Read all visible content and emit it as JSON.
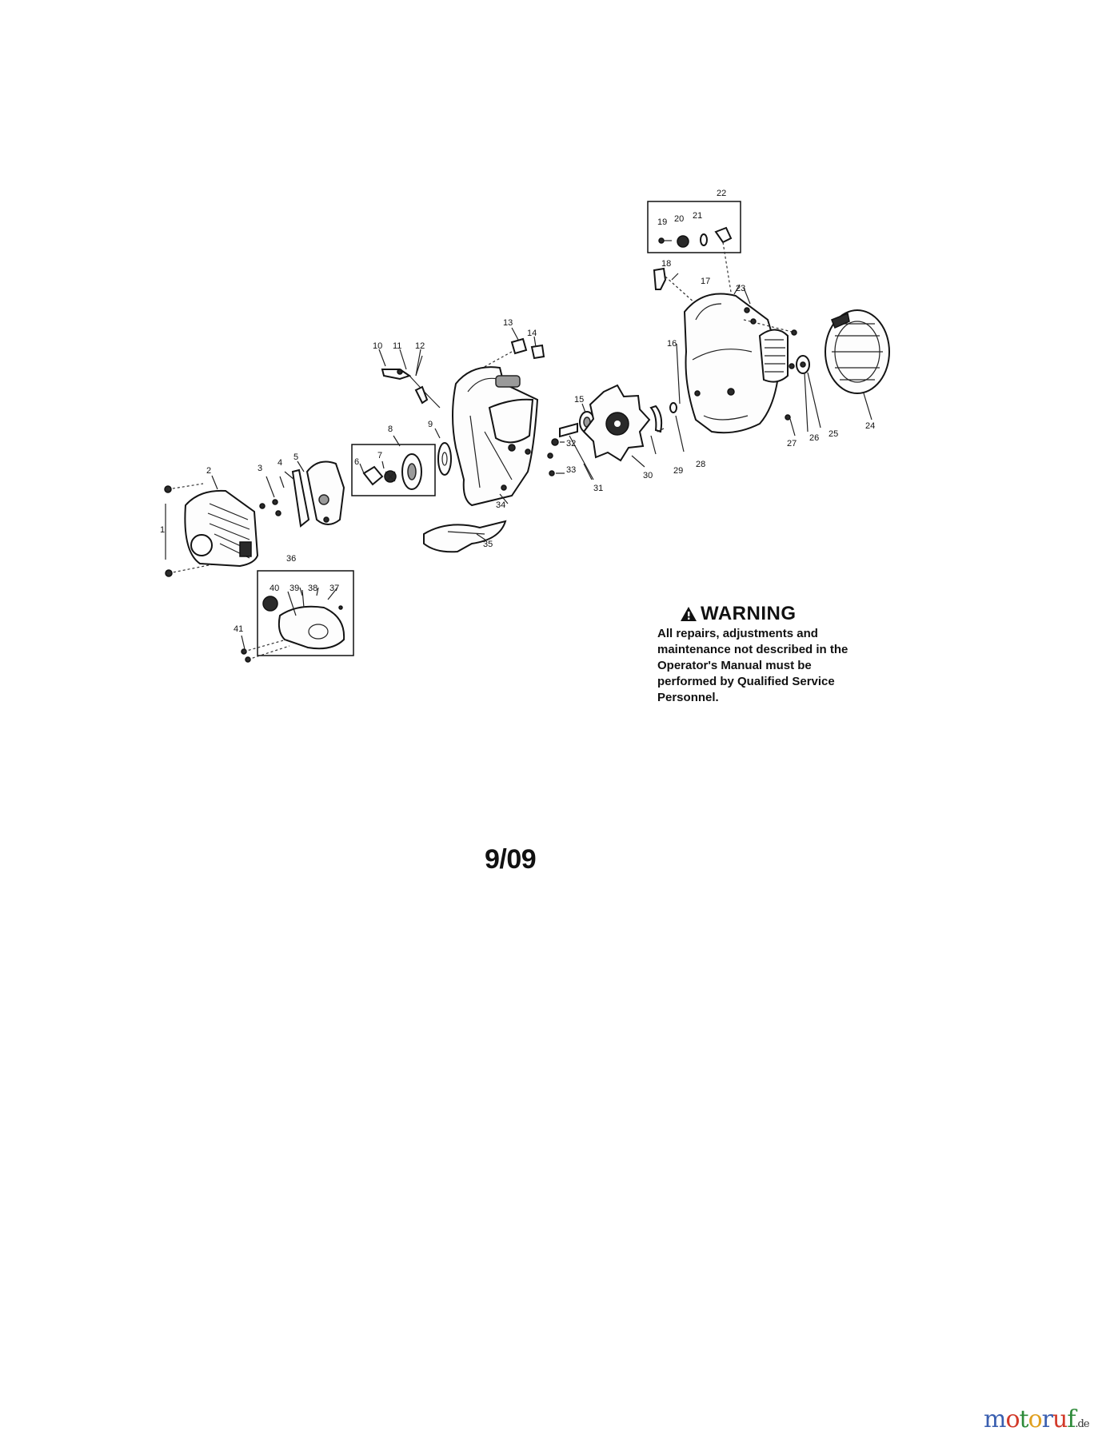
{
  "callouts": {
    "c1": "1",
    "c2": "2",
    "c3": "3",
    "c4": "4",
    "c5": "5",
    "c6": "6",
    "c7": "7",
    "c8": "8",
    "c9": "9",
    "c10": "10",
    "c11": "11",
    "c12": "12",
    "c13": "13",
    "c14": "14",
    "c15": "15",
    "c16": "16",
    "c17": "17",
    "c18": "18",
    "c19": "19",
    "c20": "20",
    "c21": "21",
    "c22": "22",
    "c23": "23",
    "c24": "24",
    "c25": "25",
    "c26": "26",
    "c27": "27",
    "c28": "28",
    "c29": "29",
    "c30": "30",
    "c31": "31",
    "c32": "32",
    "c33": "33",
    "c34": "34",
    "c35": "35",
    "c36": "36",
    "c37": "37",
    "c38": "38",
    "c39": "39",
    "c40": "40",
    "c41": "41"
  },
  "warning": {
    "title": "WARNING",
    "text": "All repairs, adjustments and maintenance not described in the Operator's Manual must be performed by Qualified Service Personnel."
  },
  "revision": "9/09",
  "watermark": {
    "brand_letters": [
      "m",
      "o",
      "t",
      "o",
      "r",
      "u",
      "f"
    ],
    "brand_colors": [
      "#3a5fb0",
      "#d23a2a",
      "#2e8b3a",
      "#e0a020",
      "#3a5fb0",
      "#d23a2a",
      "#2e8b3a"
    ],
    "domain": ".de"
  }
}
